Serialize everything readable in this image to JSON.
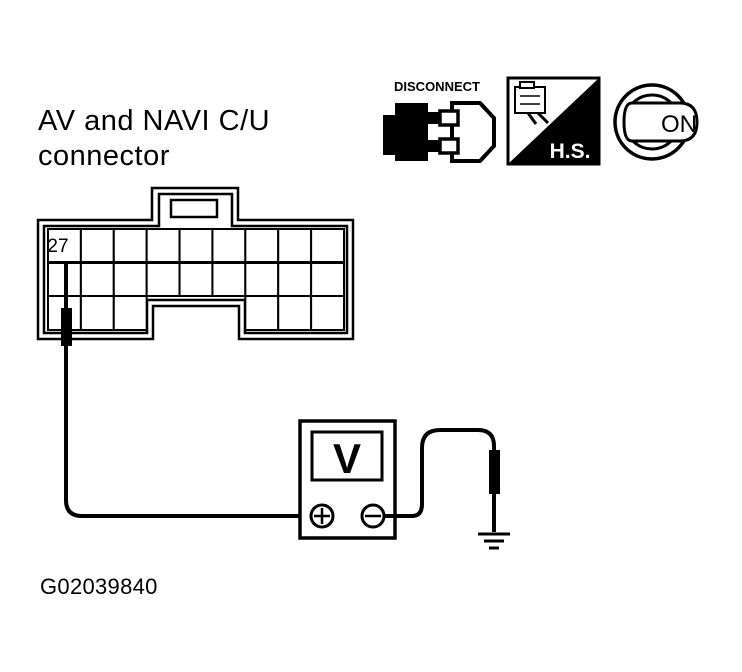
{
  "connector": {
    "name_line1": "AV and NAVI C/U",
    "name_line2": "connector",
    "pin_label": "27"
  },
  "icons": {
    "disconnect_label": "DISCONNECT",
    "harness_side_label": "H.S.",
    "ignition_label": "ON"
  },
  "meter": {
    "unit_label": "V"
  },
  "figure_id": "G02039840"
}
